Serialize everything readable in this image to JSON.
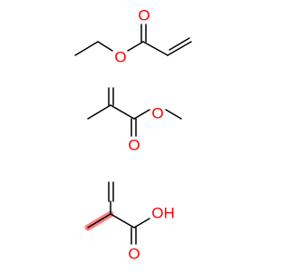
{
  "colors": {
    "bond": "#000000",
    "oxygen": "#ff0000",
    "methyl_highlight": "#ff8080"
  },
  "molecules": [
    {
      "atom_labels": {
        "carbonyl_o": "O",
        "ester_o": "O"
      }
    },
    {
      "atom_labels": {
        "ester_o": "O",
        "carbonyl_o": "O"
      }
    },
    {
      "atom_labels": {
        "hydroxyl": "OH",
        "carbonyl_o": "O"
      }
    }
  ]
}
